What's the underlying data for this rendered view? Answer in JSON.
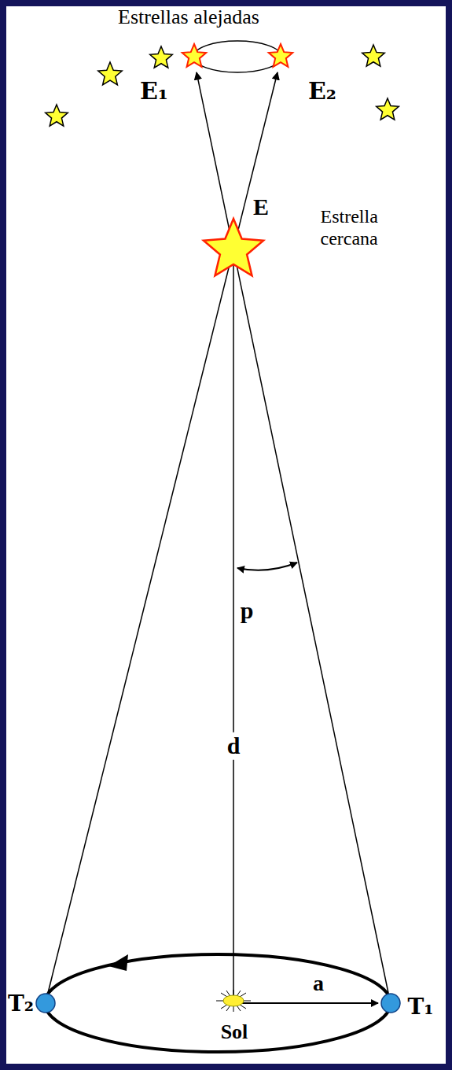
{
  "diagram": {
    "labels": [
      "Estrellas alejadas",
      "E₁",
      "E₂",
      "E",
      "Estrella cercana",
      "p",
      "d",
      "a",
      "T₂",
      "T₁",
      "Sol"
    ]
  }
}
